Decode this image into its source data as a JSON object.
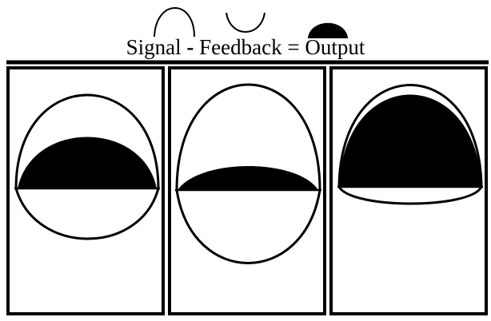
{
  "equation": {
    "signal": "Signal",
    "minus": "-",
    "feedback": "Feedback",
    "equals": "=",
    "output": "Output"
  },
  "legend": {
    "signal_icon": "upward-arch-icon",
    "feedback_icon": "downward-arch-icon",
    "output_icon": "filled-dome-icon"
  },
  "panels": [
    {
      "signal_curve": "large-upper-arch",
      "feedback_curve": "lower-arch",
      "output_shape": "medium-filled-dome"
    },
    {
      "signal_curve": "large-upper-arch",
      "feedback_curve": "deep-lower-arch",
      "output_shape": "small-filled-dome"
    },
    {
      "signal_curve": "large-upper-arch",
      "feedback_curve": "shallow-lower-arch",
      "output_shape": "large-filled-dome"
    }
  ],
  "colors": {
    "ink": "#000000",
    "background": "#ffffff"
  }
}
